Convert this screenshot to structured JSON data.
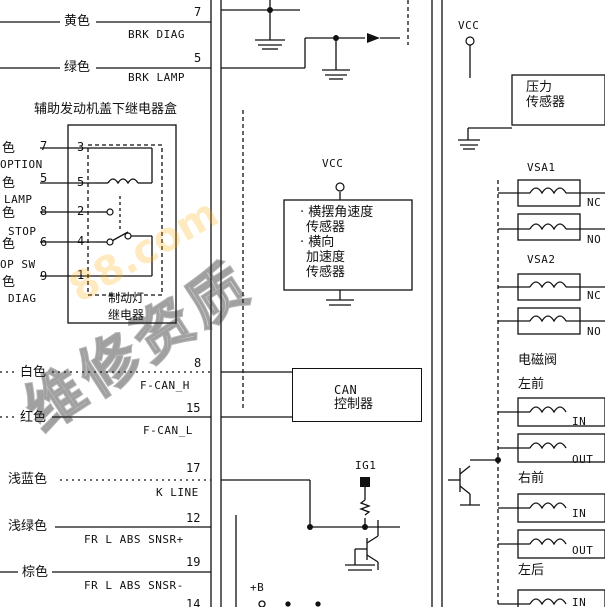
{
  "left_wires": [
    {
      "pin": "7",
      "color": "黄色",
      "signal": "BRK DIAG"
    },
    {
      "pin": "5",
      "color": "绿色",
      "signal": "BRK LAMP"
    },
    {
      "pin": "8",
      "color": "白色",
      "signal": "F-CAN_H"
    },
    {
      "pin": "15",
      "color": "红色",
      "signal": "F-CAN_L"
    },
    {
      "pin": "17",
      "color": "浅蓝色",
      "signal": "K LINE"
    },
    {
      "pin": "12",
      "color": "浅绿色",
      "signal": "FR L ABS SNSR+"
    },
    {
      "pin": "19",
      "color": "棕色",
      "signal": "FR L ABS SNSR-"
    },
    {
      "pin": "14"
    }
  ],
  "relay_box": {
    "title": "辅助发动机盖下继电器盒",
    "relay_label": [
      "制动灯",
      "继电器"
    ],
    "inner_pins": [
      "3",
      "5",
      "2",
      "4",
      "1"
    ],
    "outer_pins": [
      "7",
      "5",
      "8",
      "6",
      "9"
    ],
    "edge_labels": [
      "色",
      "OPTION",
      "色",
      "LAMP",
      "色",
      "STOP",
      "色",
      "OP SW",
      "色",
      "DIAG"
    ]
  },
  "yaw_sensor": {
    "vcc": "VCC",
    "lines": [
      "· 横摆角速度",
      "传感器",
      "· 横向",
      "加速度",
      "传感器"
    ]
  },
  "can_box": {
    "lines": [
      "CAN",
      "控制器"
    ]
  },
  "ig1": "IG1",
  "plus_b": "+B",
  "pressure": {
    "vcc": "VCC",
    "lines": [
      "压力",
      "传感器"
    ]
  },
  "vsa": {
    "groups": [
      {
        "name": "VSA1",
        "taps": [
          "NC",
          "NO"
        ]
      },
      {
        "name": "VSA2",
        "taps": [
          "NC",
          "NO"
        ]
      }
    ],
    "solenoid_title": "电磁阀",
    "valves": [
      {
        "name": "左前",
        "taps": [
          "IN",
          "OUT"
        ]
      },
      {
        "name": "右前",
        "taps": [
          "IN",
          "OUT"
        ]
      },
      {
        "name": "左后",
        "taps": [
          "IN"
        ]
      }
    ]
  },
  "watermark": "维修资质",
  "watermark2": "88.com"
}
